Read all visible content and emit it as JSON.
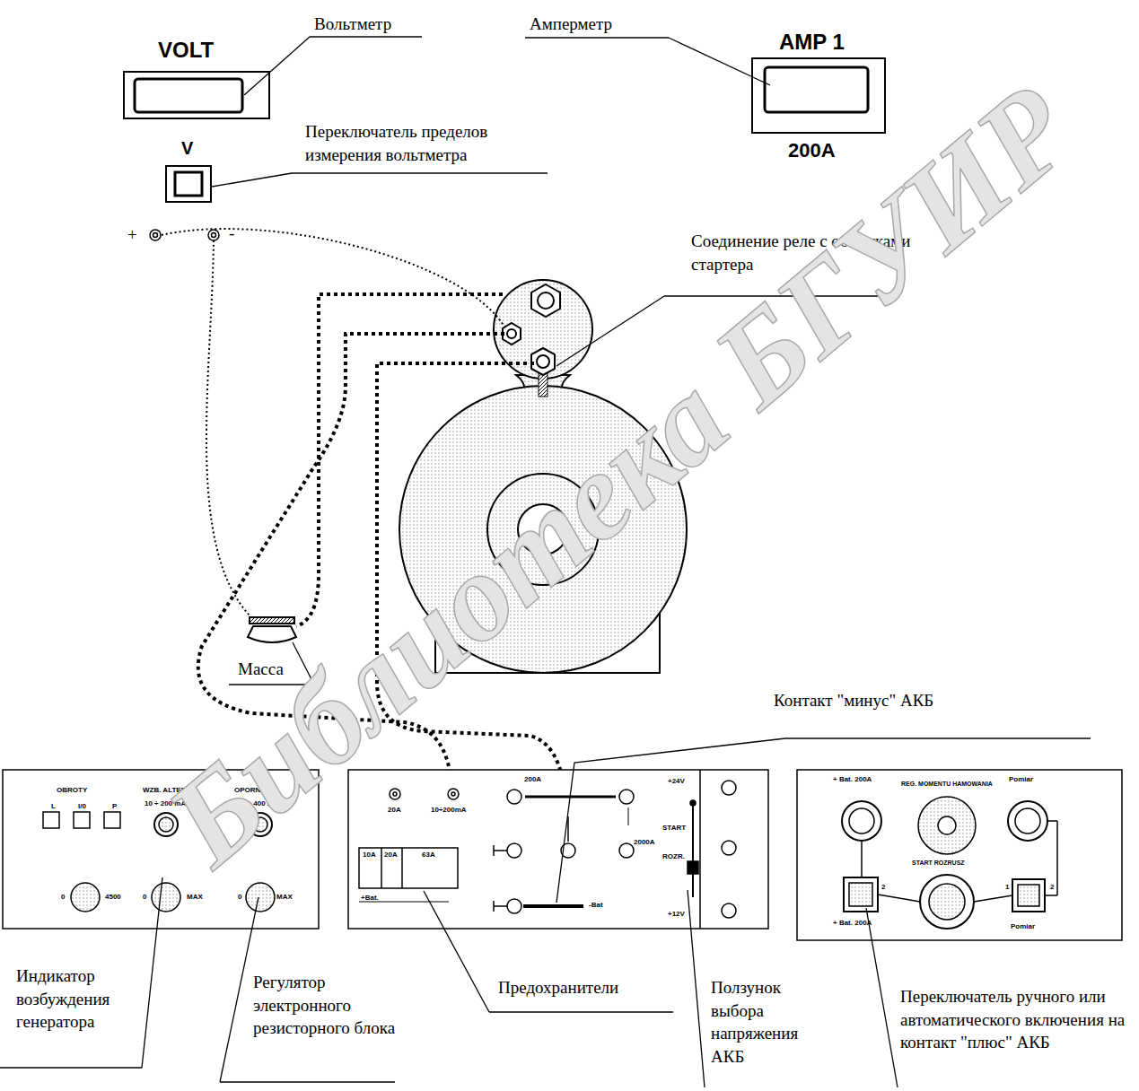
{
  "diagram": {
    "nodes": [
      {
        "text": [
          "VOLT"
        ]
      },
      {
        "text": [
          "V"
        ]
      },
      {
        "text": [
          "AMP 1",
          "200A"
        ]
      },
      {
        "text": [
          "OBROTY",
          "WZB. ALTER.",
          "OPORNICA",
          "L",
          "I/0",
          "P",
          "10 ÷ 200 mA",
          "0 ÷ 400 A",
          "0",
          "4500",
          "0",
          "MAX",
          "0",
          "MAX"
        ]
      },
      {
        "text": [
          "20A",
          "10÷200mA",
          "200A",
          "10A",
          "20A",
          "63A",
          "+Bat.",
          "-Bat",
          "+24V",
          "START",
          "2000A",
          "ROZR.",
          "+12V"
        ]
      },
      {
        "text": [
          "+ Bat. 200A",
          "REG. MOMENTU HAMOWANIA",
          "Pomiar",
          "START ROZRUSZ",
          "2",
          "1",
          "2",
          "+ Bat. 200A",
          "Pomiar"
        ]
      }
    ],
    "labels": [
      "Вольтметр",
      "Амперметр",
      "Переключатель пределов измерения вольтметра",
      "+",
      "-",
      "Соединение реле с обмотками стартера",
      "Масса",
      "Контакт \"минус\" АКБ",
      "Индикатор возбуждения генератора",
      "Регулятор электронного резисторного блока",
      "Предохранители",
      "Ползунок выбора напряжения АКБ",
      "Переключатель ручного или автоматического включения на контакт \"плюс\" АКБ",
      "Библиотека БГУИР"
    ]
  }
}
